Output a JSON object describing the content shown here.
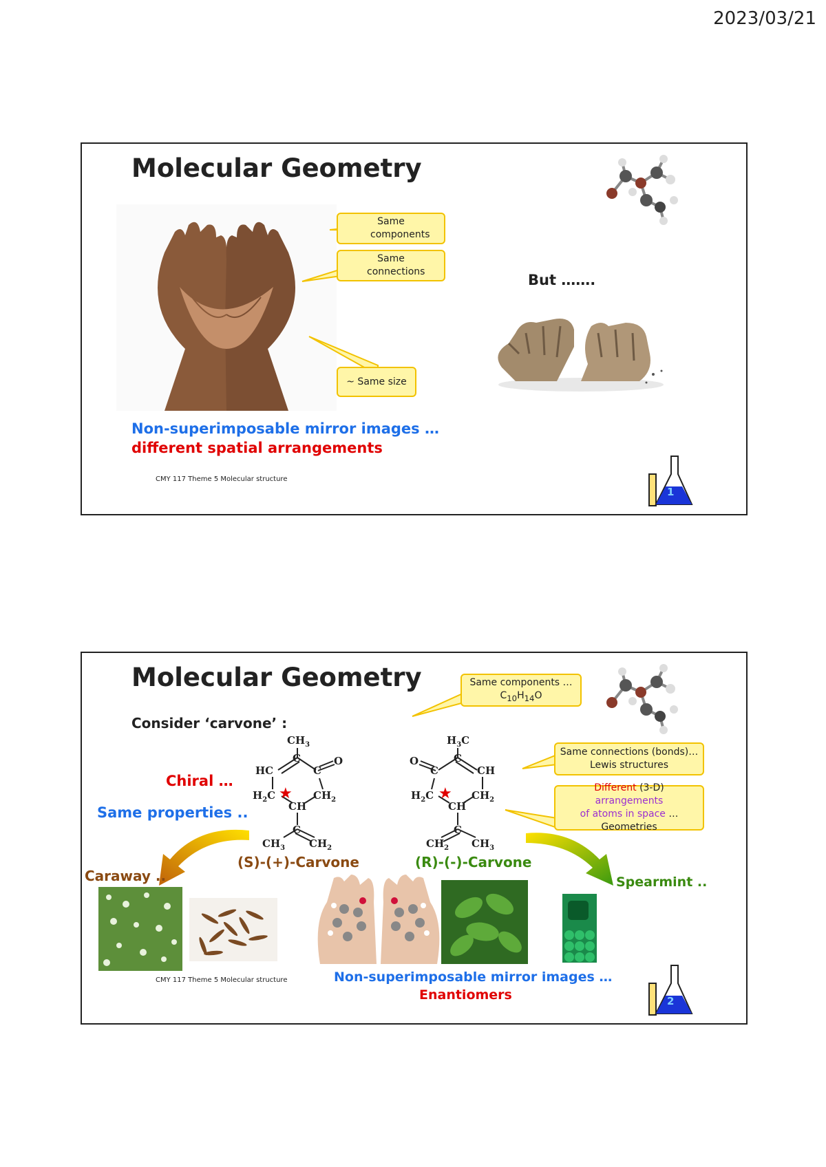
{
  "date": "2023/03/21",
  "footer": "CMY 117  Theme 5    Molecular structure",
  "slide1": {
    "title": "Molecular Geometry",
    "callout_components": "Same components",
    "callout_connections": "Same connections",
    "callout_size": "~ Same size",
    "but": "But …….",
    "line_blue": "Non-superimposable mirror images …",
    "line_red": "different spatial arrangements",
    "page_number": "1",
    "icons": [
      "hands-photo",
      "gloves-photo",
      "molecule-model-icon",
      "flask-icon"
    ]
  },
  "slide2": {
    "title": "Molecular Geometry",
    "consider": "Consider ‘carvone’ :",
    "callout_components_line1": "Same components …",
    "callout_components_formula": "C10H14O",
    "callout_connections_line1": "Same connections (bonds)…",
    "callout_connections_line2": "Lewis structures",
    "callout_geometry_red": "Different",
    "callout_geometry_black": "(3-D)",
    "callout_geometry_purple1": "arrangements",
    "callout_geometry_purple2": "of atoms in space",
    "callout_geometry_tail": "…",
    "callout_geometry_line3": "Geometries",
    "chiral": "Chiral …",
    "same_properties": "Same properties ..",
    "s_carvone": "(S)-(+)-Carvone",
    "r_carvone": "(R)-(-)-Carvone",
    "caraway": "Caraway ..",
    "spearmint": "Spearmint ..",
    "line_blue": "Non-superimposable mirror images …",
    "line_red": "Enantiomers",
    "page_number": "2",
    "s_atoms": {
      "ch3_top": "CH3",
      "hc": "HC",
      "c1": "C",
      "c2": "C",
      "o": "O",
      "h2c": "H2C",
      "ch2_r": "CH2",
      "ch": "CH",
      "c_bot": "C",
      "ch3_bot": "CH3",
      "ch2_bot": "CH2"
    },
    "r_atoms": {
      "h3c_top": "H3C",
      "c1": "C",
      "c2": "C",
      "o": "O",
      "ch": "CH",
      "h2c": "H2C",
      "ch2_r": "CH2",
      "ch_mid": "CH",
      "c_bot": "C",
      "ch2_bot": "CH2",
      "ch3_bot": "CH3"
    },
    "icons": [
      "molecule-model-icon",
      "chiral-star-icon",
      "caraway-plant-photo",
      "caraway-seeds-photo",
      "hands-molecule-photo",
      "spearmint-photo",
      "mint-tin-photo",
      "flask-icon"
    ]
  }
}
